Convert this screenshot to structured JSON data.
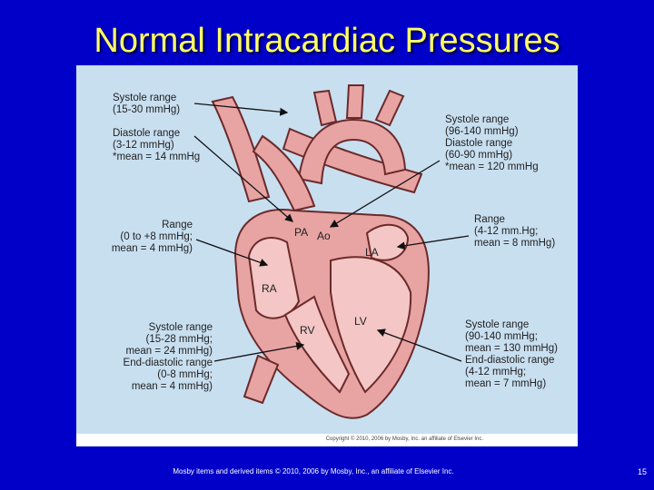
{
  "slide": {
    "title": "Normal Intracardiac Pressures",
    "footer": "Mosby items and derived items © 2010, 2006 by Mosby, Inc., an affiliate of Elsevier Inc.",
    "page_number": "15"
  },
  "figure": {
    "copyright": "Copyright © 2010, 2006 by Mosby, Inc. an affiliate of Elsevier Inc.",
    "chambers": {
      "pa": "PA",
      "ao": "Ao",
      "la": "LA",
      "ra": "RA",
      "rv": "RV",
      "lv": "LV"
    },
    "labels": {
      "pa_pressure": "Systole range\n(15-30 mmHg)\n\nDiastole range\n(3-12 mmHg)\n*mean = 14 mmHg",
      "ra_pressure": "Range\n(0 to +8 mmHg;\nmean = 4 mmHg)",
      "rv_pressure": "Systole range\n(15-28 mmHg;\nmean = 24 mmHg)\nEnd-diastolic range\n(0-8 mmHg;\nmean = 4 mmHg)",
      "ao_pressure": "Systole range\n(96-140 mmHg)\nDiastole range\n(60-90 mmHg)\n*mean = 120 mmHg",
      "la_pressure": "Range\n(4-12 mm.Hg;\nmean = 8 mmHg)",
      "lv_pressure": "Systole range\n(90-140 mmHg;\nmean = 130 mmHg)\nEnd-diastolic range\n(4-12 mmHg;\nmean = 7 mmHg)"
    }
  }
}
